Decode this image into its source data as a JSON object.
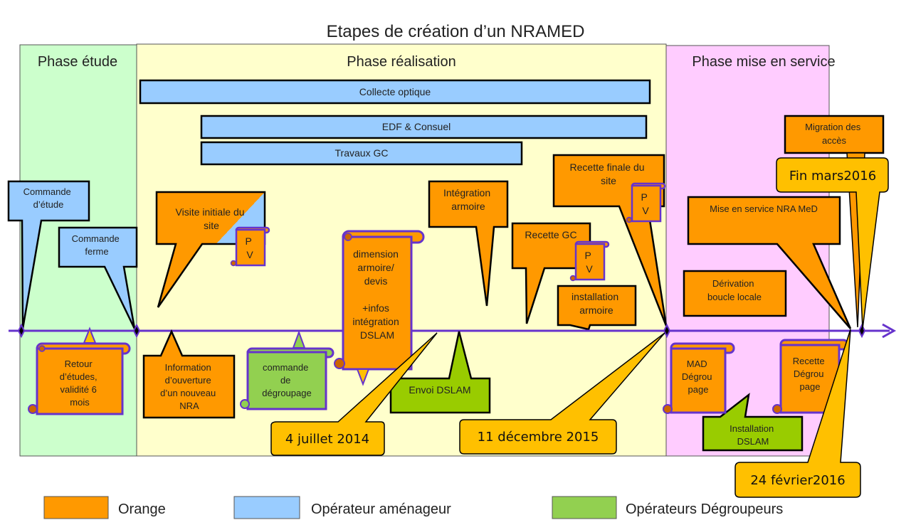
{
  "title": "Etapes de création d’un NRAMED",
  "colors": {
    "orange": "#ff9900",
    "operator_blue": "#99ccff",
    "degroupeur_green": "#92d050",
    "envoi_green": "#99cc00",
    "date_yellow": "#ffc000",
    "phase_etude_bg": "#ccffcc",
    "phase_realisation_bg": "#ffffcc",
    "phase_mise_en_service_bg": "#ffccff",
    "timeline": "#6633cc"
  },
  "phases": [
    {
      "label": "Phase étude"
    },
    {
      "label": "Phase réalisation"
    },
    {
      "label": "Phase mise en service"
    }
  ],
  "bars": [
    {
      "label": "Collecte optique"
    },
    {
      "label": "EDF & Consuel"
    },
    {
      "label": "Travaux GC"
    }
  ],
  "callouts": {
    "commande_etude": [
      "Commande",
      "d’étude"
    ],
    "commande_ferme": [
      "Commande",
      "ferme"
    ],
    "visite_initiale": [
      "Visite initiale du",
      "site"
    ],
    "integration_armoire": [
      "Intégration",
      "armoire"
    ],
    "recette_gc": [
      "Recette GC"
    ],
    "recette_finale": [
      "Recette finale du",
      "site"
    ],
    "installation_armoire": [
      "installation",
      "armoire"
    ],
    "migration_acces": [
      "Migration des",
      "accès"
    ],
    "mise_en_service": [
      "Mise en service NRA MeD"
    ],
    "derivation": [
      "Dérivation",
      "boucle locale"
    ],
    "information_ouverture": [
      "Information",
      "d’ouverture",
      "d’un nouveau",
      "NRA"
    ],
    "envoi_dslam": [
      "Envoi DSLAM"
    ],
    "installation_dslam": [
      "Installation",
      "DSLAM"
    ]
  },
  "scrolls": {
    "retour_etudes": [
      "Retour",
      "d’études,",
      "validité 6",
      "mois"
    ],
    "commande_degroupage": [
      "commande",
      "de",
      "dégroupage"
    ],
    "dimension_armoire": [
      "dimension",
      "armoire/",
      "devis",
      "",
      "+infos",
      "intégration",
      "DSLAM"
    ],
    "mad_degroupage": [
      "MAD",
      "Dégrou",
      "page"
    ],
    "recette_degroupage": [
      "Recette",
      "Dégrou",
      "page"
    ]
  },
  "pv_badge": [
    "P",
    "V"
  ],
  "dates": [
    {
      "label": "4 juillet 2014"
    },
    {
      "label": "11 décembre 2015"
    },
    {
      "label": "24 février2016"
    },
    {
      "label": "Fin mars2016"
    }
  ],
  "legend": [
    {
      "label": "Orange"
    },
    {
      "label": "Opérateur aménageur"
    },
    {
      "label": "Opérateurs Dégroupeurs"
    }
  ]
}
